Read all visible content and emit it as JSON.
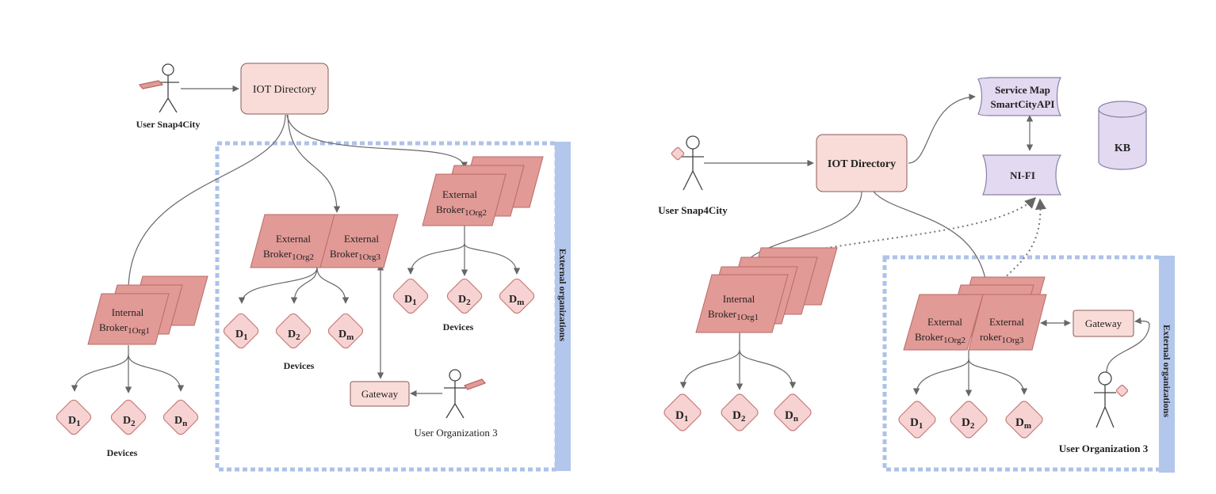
{
  "colors": {
    "broker_fill": "#e29a96",
    "broker_stroke": "#b96b67",
    "device_fill": "#f6d3d2",
    "device_stroke": "#c77c79",
    "node_fill": "#f9dcd8",
    "service_fill": "#e3daf1",
    "service_stroke": "#8a7fa5",
    "dashed_border": "#aec2e8",
    "band": "#b3c6eb",
    "arrow": "#666666"
  },
  "left": {
    "iot_directory": "IOT Directory",
    "user_snap": "User Snap4City",
    "internal_broker": {
      "line1": "Internal",
      "line2": "Broker",
      "sub": "1Org1"
    },
    "external_broker_2": {
      "line1": "External",
      "line2": "Broker",
      "sub": "1Org2"
    },
    "external_broker_3": {
      "line1": "External",
      "line2": "Broker",
      "sub": "1Org3"
    },
    "external_broker_top": {
      "line1": "External",
      "line2": "Broker",
      "sub": "1Org2"
    },
    "gateway": "Gateway",
    "user_org3": "User Organization 3",
    "external_organizations": "External organizations",
    "devices_a": "Devices",
    "devices_b": "Devices",
    "devices_c": "Devices",
    "d_internal": [
      {
        "base": "D",
        "sub": "1"
      },
      {
        "base": "D",
        "sub": "2"
      },
      {
        "base": "D",
        "sub": "n"
      }
    ],
    "d_external_mid": [
      {
        "base": "D",
        "sub": "1"
      },
      {
        "base": "D",
        "sub": "2"
      },
      {
        "base": "D",
        "sub": "m"
      }
    ],
    "d_external_top": [
      {
        "base": "D",
        "sub": "1"
      },
      {
        "base": "D",
        "sub": "2"
      },
      {
        "base": "D",
        "sub": "m"
      }
    ]
  },
  "right": {
    "iot_directory": "IOT Directory",
    "user_snap": "User Snap4City",
    "service_map_line1": "Service Map",
    "service_map_line2": "SmartCityAPI",
    "nifi": "NI-FI",
    "kb": "KB",
    "internal_broker": {
      "line1": "Internal",
      "line2": "Broker",
      "sub": "1Org1"
    },
    "external_broker_2": {
      "line1": "External",
      "line2": "Broker",
      "sub": "1Org2"
    },
    "external_broker_3": {
      "line1": "External",
      "line2": "roker",
      "sub": "1Org3"
    },
    "gateway": "Gateway",
    "user_org3": "User Organization 3",
    "external_organizations": "External organizations",
    "d_internal": [
      {
        "base": "D",
        "sub": "1"
      },
      {
        "base": "D",
        "sub": "2"
      },
      {
        "base": "D",
        "sub": "n"
      }
    ],
    "d_external": [
      {
        "base": "D",
        "sub": "1"
      },
      {
        "base": "D",
        "sub": "2"
      },
      {
        "base": "D",
        "sub": "m"
      }
    ]
  }
}
